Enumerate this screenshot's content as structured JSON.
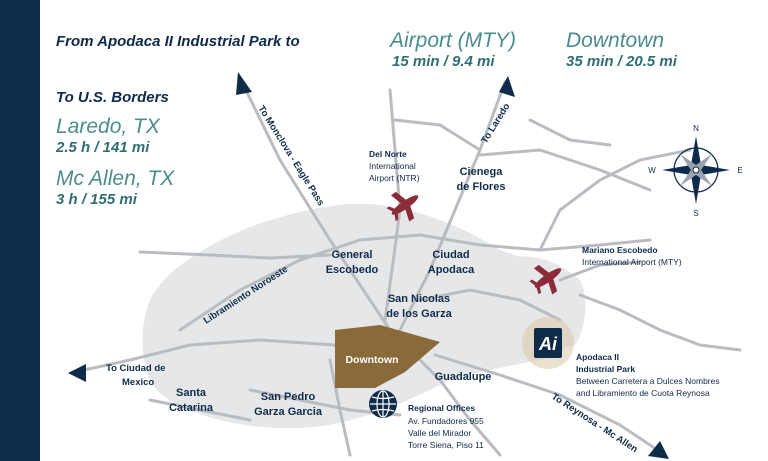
{
  "header": {
    "from_title": "From Apodaca II Industrial Park to",
    "destinations": [
      {
        "name": "Airport (MTY)",
        "time": "15 min / 9.4 mi"
      },
      {
        "name": "Downtown",
        "time": "35 min / 20.5 mi"
      }
    ],
    "borders_title": "To U.S. Borders",
    "borders": [
      {
        "name": "Laredo, TX",
        "time": "2.5 h / 141 mi"
      },
      {
        "name": "Mc Allen, TX",
        "time": "3 h / 155 mi"
      }
    ]
  },
  "compass": {
    "n": "N",
    "s": "S",
    "e": "E",
    "w": "W"
  },
  "roads": {
    "monclova": "To Monclova - Eagle Pass",
    "laredo": "To Laredo",
    "libramiento": "Libramiento Noroeste",
    "ciudad_mexico": [
      "To Ciudad de",
      "Mexico"
    ],
    "reynosa": "To Reynosa - Mc Allen"
  },
  "places": {
    "cienega": [
      "Cienega",
      "de Flores"
    ],
    "general_escobedo": [
      "General",
      "Escobedo"
    ],
    "ciudad_apodaca": [
      "Ciudad",
      "Apodaca"
    ],
    "san_nicolas": [
      "San Nicolas",
      "de los Garza"
    ],
    "downtown": "Downtown",
    "guadalupe": "Guadalupe",
    "santa_catarina": [
      "Santa",
      "Catarina"
    ],
    "san_pedro": [
      "San Pedro",
      "Garza Garcia"
    ]
  },
  "airports": {
    "del_norte": {
      "title": "Del Norte",
      "lines": [
        "International",
        "Airport (NTR)"
      ]
    },
    "mariano": {
      "title": "Mariano Escobedo",
      "line": "International Airport (MTY)"
    }
  },
  "park": {
    "logo_text": "Ai",
    "title": [
      "Apodaca II",
      "Industrial Park"
    ],
    "desc": [
      "Between Carretera a Dulces Nombres",
      "and Libramiento de Cuota Reynosa"
    ]
  },
  "offices": {
    "title": "Regional Offices",
    "lines": [
      "Av. Fundadores 955",
      "Valle del Mirador",
      "Torre Siena, Piso 11"
    ]
  },
  "colors": {
    "navy": "#0f2b4a",
    "teal": "#4a8c8f",
    "road": "#b9bcc1",
    "urban": "#e6e7e8",
    "downtown": "#8a6a3a",
    "plane": "#8b2c3a"
  }
}
